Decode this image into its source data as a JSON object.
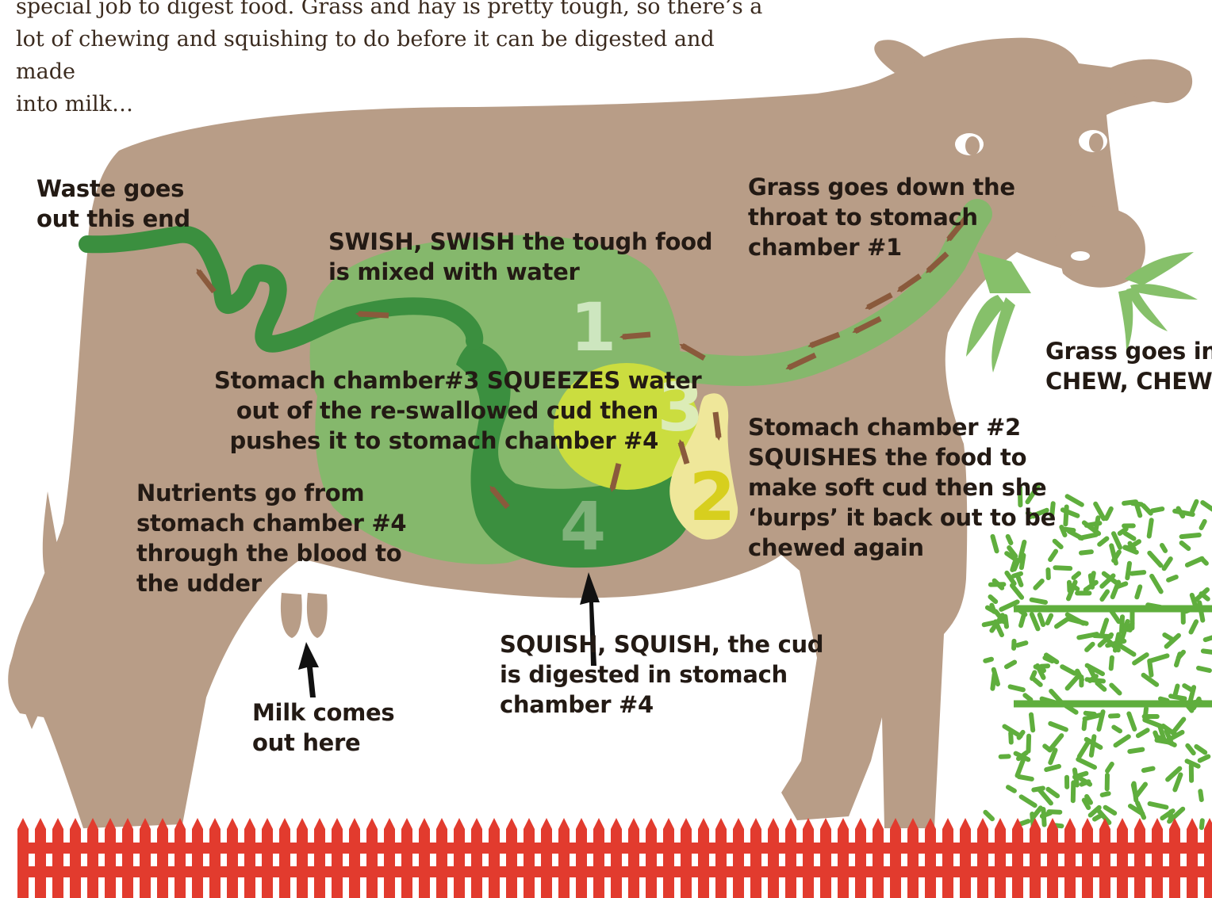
{
  "intro": {
    "lines": [
      "special job to digest food. Grass and hay is pretty tough, so there’s a",
      "lot of chewing and squishing to do before it can be digested and made",
      "into milk…"
    ]
  },
  "labels": {
    "waste": [
      "Waste goes",
      "out this end"
    ],
    "swish": [
      "SWISH, SWISH the tough food",
      "is mixed with water"
    ],
    "throat": [
      "Grass goes down the",
      "throat to stomach",
      "chamber #1"
    ],
    "grass_in": [
      "Grass goes in",
      "CHEW, CHEW"
    ],
    "chamber3": [
      "Stomach chamber#3 SQUEEZES water",
      "out of the re-swallowed cud then",
      "pushes it to stomach chamber #4"
    ],
    "chamber2": [
      "Stomach chamber #2",
      "SQUISHES the food to",
      "make soft cud then she",
      "‘burps’ it back out to be",
      "chewed again"
    ],
    "nutrients": [
      "Nutrients go from",
      "stomach chamber #4",
      "through the blood to",
      "the udder"
    ],
    "chamber4": [
      "SQUISH, SQUISH, the cud",
      "is digested in stomach",
      "chamber #4"
    ],
    "milk": [
      "Milk comes",
      "out here"
    ]
  },
  "chamber_numbers": [
    "1",
    "2",
    "3",
    "4"
  ],
  "colors": {
    "cow": "#b89d87",
    "chamber1": "#85b86c",
    "chamber2": "#efe79a",
    "chamber3": "#cbdd3f",
    "chamber4": "#3b8f3f",
    "intestine": "#3b8f3f",
    "flow_arrow": "#8a5a3c",
    "grass": "#86c06a",
    "hay": "#5fae3d",
    "fence": "#e23b2e",
    "text": "#231a14"
  }
}
